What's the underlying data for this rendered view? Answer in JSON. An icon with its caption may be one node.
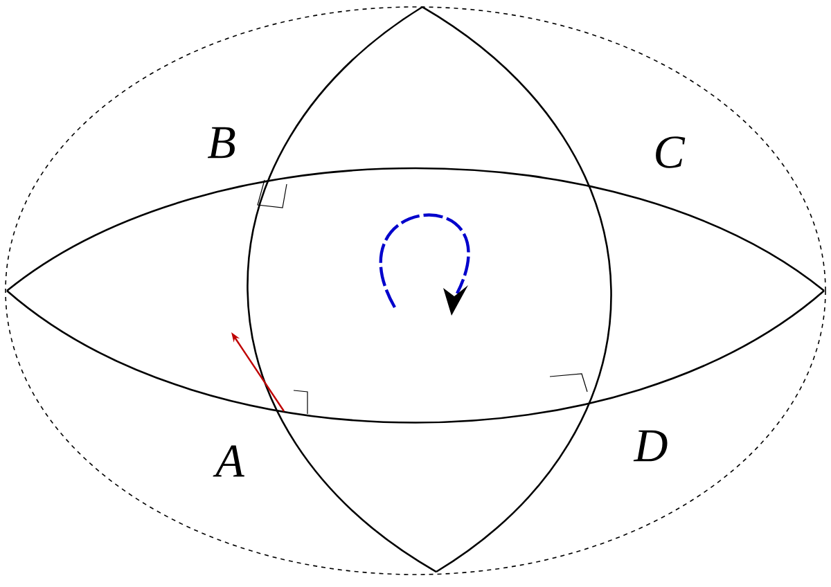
{
  "diagram": {
    "labels": [
      "B",
      "C",
      "A",
      "D"
    ]
  }
}
